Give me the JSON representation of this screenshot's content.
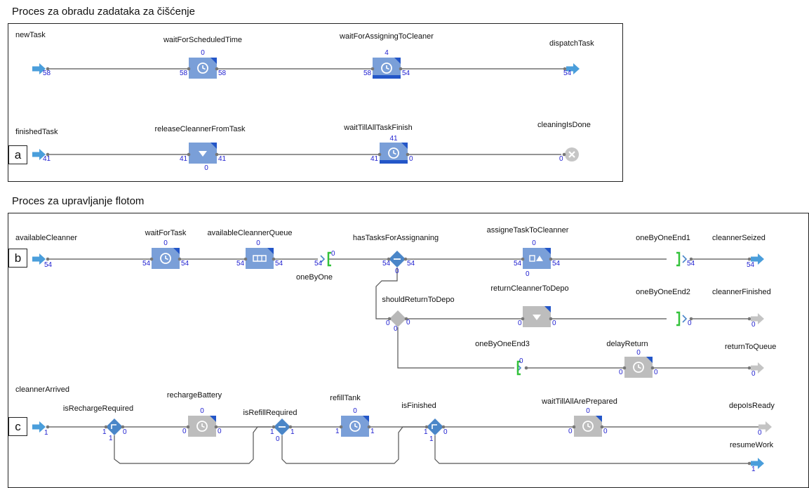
{
  "sections": {
    "cleaning": {
      "title": "Proces za obradu zadataka za čišćenje",
      "letter": "a",
      "blocks": {
        "newTask": {
          "label": "newTask",
          "out": "58"
        },
        "waitForScheduledTime": {
          "label": "waitForScheduledTime",
          "top": "0",
          "in": "58",
          "out": "58"
        },
        "waitForAssigningToCleaner": {
          "label": "waitForAssigningToCleaner",
          "top": "4",
          "in": "58",
          "out": "54"
        },
        "dispatchTask": {
          "label": "dispatchTask",
          "in": "54"
        },
        "finishedTask": {
          "label": "finishedTask",
          "out": "41"
        },
        "releaseCleannerFromTask": {
          "label": "releaseCleannerFromTask",
          "in": "41",
          "out": "41",
          "bottom": "0"
        },
        "waitTillAllTaskFinish": {
          "label": "waitTillAllTaskFinish",
          "top": "41",
          "in": "41",
          "out": "0"
        },
        "cleaningIsDone": {
          "label": "cleaningIsDone",
          "in": "0"
        }
      }
    },
    "fleet": {
      "title": "Proces za upravljanje flotom",
      "letters": [
        "b",
        "c"
      ],
      "blocks": {
        "availableCleanner": {
          "label": "availableCleanner",
          "out": "54"
        },
        "waitForTask": {
          "label": "waitForTask",
          "top": "0",
          "in": "54",
          "out": "54"
        },
        "availableCleannerQueue": {
          "label": "availableCleannerQueue",
          "top": "0",
          "in": "54",
          "out": "54"
        },
        "oneByOne": {
          "label": "oneByOne",
          "in": "54",
          "top": "0"
        },
        "hasTasksForAssignaning": {
          "label": "hasTasksForAssignaning",
          "in": "54",
          "out": "54",
          "bottom": "0"
        },
        "assigneTaskToCleanner": {
          "label": "assigneTaskToCleanner",
          "top": "0",
          "in": "54",
          "out": "54",
          "bottom": "0"
        },
        "oneByOneEnd1": {
          "label": "oneByOneEnd1",
          "out": "54"
        },
        "cleannerSeized": {
          "label": "cleannerSeized",
          "in": "54"
        },
        "shouldReturnToDepo": {
          "label": "shouldReturnToDepo",
          "in": "0",
          "out": "0",
          "bottom": "0"
        },
        "returnCleannerToDepo": {
          "label": "returnCleannerToDepo",
          "in": "0",
          "out": "0"
        },
        "oneByOneEnd2": {
          "label": "oneByOneEnd2",
          "out": "0"
        },
        "cleannerFinished": {
          "label": "cleannerFinished",
          "in": "0"
        },
        "oneByOneEnd3": {
          "label": "oneByOneEnd3",
          "in": "0"
        },
        "delayReturn": {
          "label": "delayReturn",
          "top": "0",
          "in": "0",
          "out": "0"
        },
        "returnToQueue": {
          "label": "returnToQueue",
          "in": "0"
        },
        "cleannerArrived": {
          "label": "cleannerArrived",
          "out": "1"
        },
        "isRechargeRequired": {
          "label": "isRechargeRequired",
          "in": "1",
          "out": "0",
          "bottom": "1"
        },
        "rechargeBattery": {
          "label": "rechargeBattery",
          "top": "0",
          "in": "0",
          "out": "0"
        },
        "isRefillRequired": {
          "label": "isRefillRequired",
          "in": "1",
          "out": "1",
          "bottom": "0"
        },
        "refillTank": {
          "label": "refillTank",
          "top": "0",
          "in": "1",
          "out": "1"
        },
        "isFinished": {
          "label": "isFinished",
          "in": "1",
          "out": "0",
          "bottom": "1"
        },
        "waitTillAllArePrepared": {
          "label": "waitTillAllArePrepared",
          "top": "0",
          "in": "0",
          "out": "0"
        },
        "depoIsReady": {
          "label": "depoIsReady",
          "in": "0"
        },
        "resumeWork": {
          "label": "resumeWork",
          "in": "1"
        }
      }
    }
  },
  "colors": {
    "active_block": "#7a9fd8",
    "active_corner": "#2356c8",
    "inactive_block": "#bdbdbd",
    "arrow": "#4a9edb",
    "arrow_inactive": "#c4c4c4",
    "counter": "#2020d0",
    "bracket": "#33c23a",
    "line": "#555555"
  }
}
